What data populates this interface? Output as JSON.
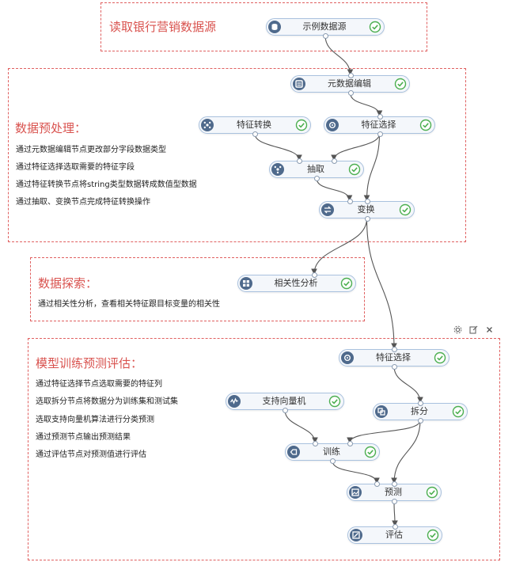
{
  "groups": [
    {
      "id": "source",
      "title": "读取银行营销数据源",
      "lines": []
    },
    {
      "id": "preprocess",
      "title": "数据预处理：",
      "lines": [
        "通过元数据编辑节点更改部分字段数据类型",
        "通过特征选择选取需要的特征字段",
        "通过特征转换节点将string类型数据转成数值型数据",
        "通过抽取、变换节点完成特征转换操作"
      ]
    },
    {
      "id": "explore",
      "title": "数据探索：",
      "lines": [
        "通过相关性分析，查看相关特征跟目标变量的相关性"
      ]
    },
    {
      "id": "train",
      "title": "模型训练预测评估：",
      "lines": [
        "通过特征选择节点选取需要的特征列",
        "选取拆分节点将数据分为训练集和测试集",
        "选取支持向量机算法进行分类预测",
        "通过预测节点输出预测结果",
        "通过评估节点对预测值进行评估"
      ]
    }
  ],
  "nodes": {
    "n1": {
      "label": "示例数据源",
      "icon": "database-icon",
      "status": "success"
    },
    "n2": {
      "label": "元数据编辑",
      "icon": "metadata-icon",
      "status": "success"
    },
    "n3": {
      "label": "特征转换",
      "icon": "transform-icon",
      "status": "success"
    },
    "n4": {
      "label": "特征选择",
      "icon": "feature-select-icon",
      "status": "success"
    },
    "n5": {
      "label": "抽取",
      "icon": "extract-icon",
      "status": "success"
    },
    "n6": {
      "label": "变换",
      "icon": "convert-icon",
      "status": "success"
    },
    "n7": {
      "label": "相关性分析",
      "icon": "correlation-icon",
      "status": "success"
    },
    "n8": {
      "label": "特征选择",
      "icon": "feature-select-icon",
      "status": "success"
    },
    "n9": {
      "label": "支持向量机",
      "icon": "svm-icon",
      "status": "success"
    },
    "n10": {
      "label": "拆分",
      "icon": "split-icon",
      "status": "success"
    },
    "n11": {
      "label": "训练",
      "icon": "train-icon",
      "status": "success"
    },
    "n12": {
      "label": "预测",
      "icon": "predict-icon",
      "status": "success"
    },
    "n13": {
      "label": "评估",
      "icon": "evaluate-icon",
      "status": "success"
    }
  },
  "edges": [
    {
      "from": "n1",
      "to": "n2"
    },
    {
      "from": "n2",
      "to": "n4"
    },
    {
      "from": "n3",
      "to": "n5"
    },
    {
      "from": "n4",
      "to": "n5"
    },
    {
      "from": "n4",
      "to": "n6"
    },
    {
      "from": "n5",
      "to": "n6"
    },
    {
      "from": "n6",
      "to": "n7"
    },
    {
      "from": "n6",
      "to": "n8"
    },
    {
      "from": "n8",
      "to": "n10"
    },
    {
      "from": "n9",
      "to": "n11"
    },
    {
      "from": "n10",
      "to": "n11"
    },
    {
      "from": "n10",
      "to": "n12"
    },
    {
      "from": "n11",
      "to": "n12"
    },
    {
      "from": "n12",
      "to": "n13"
    }
  ],
  "toolbar": [
    {
      "name": "settings-icon"
    },
    {
      "name": "edit-icon"
    },
    {
      "name": "close-icon"
    }
  ],
  "colors": {
    "group_border": "#e06060",
    "group_title": "#d9534f",
    "node_border": "#a9c1de",
    "node_icon_bg": "#4f6a8c",
    "status_success": "#4caf50",
    "edge": "#555555"
  }
}
